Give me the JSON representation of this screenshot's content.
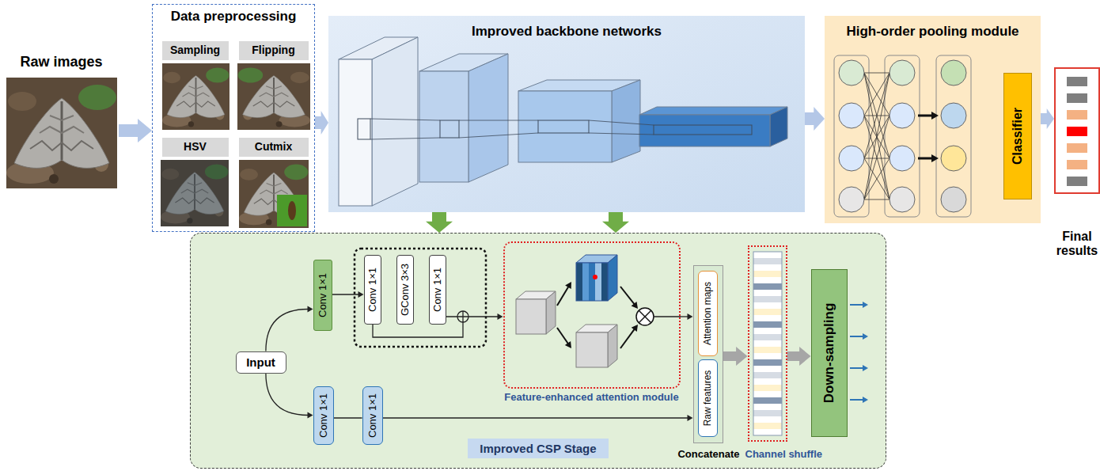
{
  "diagram": {
    "nodes": [
      {
        "text": [
          "Raw images"
        ]
      },
      {
        "text": [
          "Data preprocessing"
        ]
      },
      {
        "text": [
          "Sampling"
        ],
        "in": 1
      },
      {
        "text": [
          "Flipping"
        ],
        "in": 1
      },
      {
        "text": [
          "HSV"
        ],
        "in": 1
      },
      {
        "text": [
          "Cutmix"
        ],
        "in": 1
      },
      {
        "text": [
          "Improved backbone networks"
        ]
      },
      {
        "text": [
          "High-order pooling module"
        ]
      },
      {
        "text": [
          "Classifier"
        ],
        "in": 7
      },
      {
        "text": [
          "Final results"
        ]
      },
      {
        "text": [
          "Improved CSP Stage"
        ]
      },
      {
        "text": [
          "Input"
        ],
        "in": 10
      },
      {
        "text": [
          "Conv 1×1"
        ],
        "in": 10
      },
      {
        "text": [
          "Conv 1×1"
        ],
        "in": 10
      },
      {
        "text": [
          "GConv 3×3"
        ],
        "in": 10
      },
      {
        "text": [
          "Conv 1×1"
        ],
        "in": 10
      },
      {
        "text": [
          "Feature-enhanced attention module"
        ],
        "in": 10
      },
      {
        "text": [
          "Conv 1×1"
        ],
        "in": 10
      },
      {
        "text": [
          "Conv 1×1"
        ],
        "in": 10
      },
      {
        "text": [
          "Concatenate"
        ],
        "in": 10
      },
      {
        "text": [
          "Attention maps"
        ],
        "in": 19
      },
      {
        "text": [
          "Raw features"
        ],
        "in": 19
      },
      {
        "text": [
          "Channel shuffle"
        ],
        "in": 10
      },
      {
        "text": [
          "Down-sampling"
        ],
        "in": 10
      }
    ],
    "edges": [
      {
        "from": 0,
        "to": 1,
        "arrow": "to"
      },
      {
        "from": 1,
        "to": 6,
        "arrow": "to"
      },
      {
        "from": 6,
        "to": 7,
        "arrow": "to"
      },
      {
        "from": 7,
        "to": 9,
        "arrow": "to"
      },
      {
        "from": 6,
        "to": 10,
        "arrow": "to"
      },
      {
        "from": 6,
        "to": 10,
        "arrow": "to"
      },
      {
        "from": 11,
        "to": 12,
        "arrow": "to"
      },
      {
        "from": 11,
        "to": 17,
        "arrow": "to"
      },
      {
        "from": 12,
        "to": 13,
        "arrow": "to"
      },
      {
        "from": 15,
        "to": 16,
        "arrow": "to"
      },
      {
        "from": 16,
        "to": 19,
        "arrow": "to"
      },
      {
        "from": 17,
        "to": 18,
        "arrow": "none"
      },
      {
        "from": 18,
        "to": 19,
        "arrow": "to"
      },
      {
        "from": 19,
        "to": 22,
        "arrow": "to"
      },
      {
        "from": 22,
        "to": 23,
        "arrow": "to"
      }
    ]
  }
}
